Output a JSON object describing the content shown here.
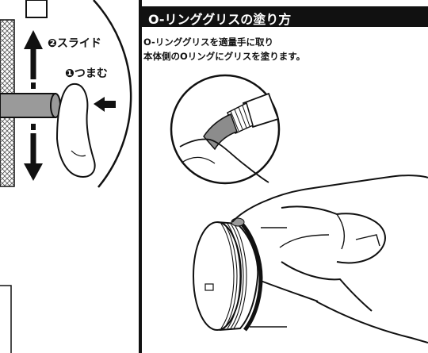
{
  "left": {
    "step1_label": "❶つまむ",
    "step2_label": "❷スライド"
  },
  "right": {
    "title": "O-リンググリスの塗り方",
    "instructions": [
      "O-リンググリスを適量手に取り",
      "本体側のOリングにグリスを塗ります。"
    ]
  }
}
